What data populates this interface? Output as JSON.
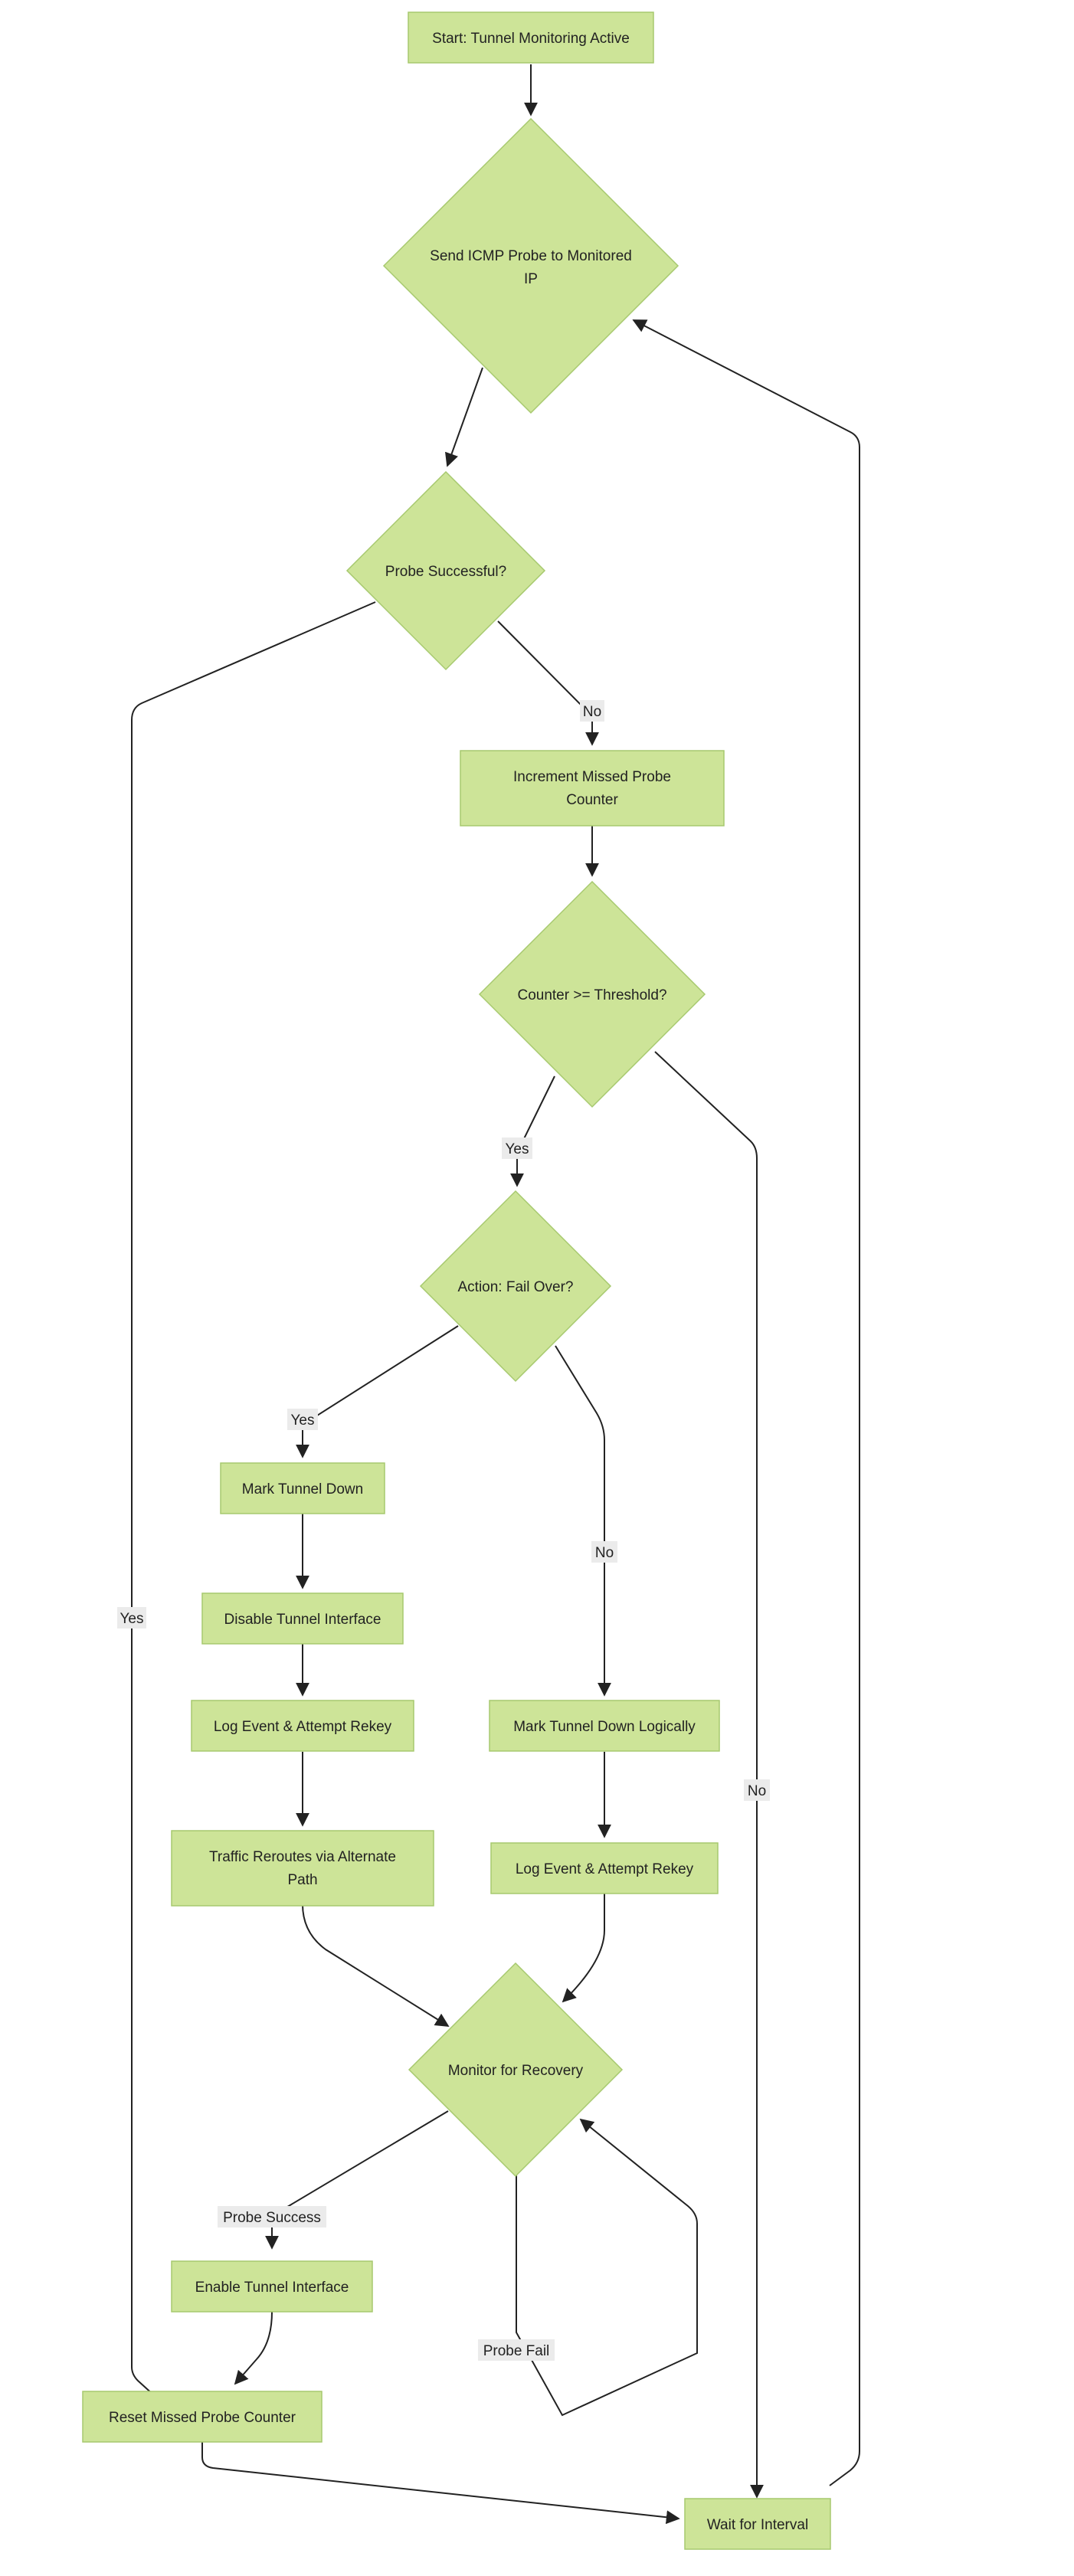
{
  "nodes": {
    "start": "Start: Tunnel Monitoring Active",
    "send_probe": [
      "Send ICMP Probe to Monitored",
      "IP"
    ],
    "probe_successful": "Probe Successful?",
    "increment_counter": [
      "Increment Missed Probe",
      "Counter"
    ],
    "counter_threshold": "Counter >= Threshold?",
    "action_failover": "Action: Fail Over?",
    "mark_down": "Mark Tunnel Down",
    "disable_interface": "Disable Tunnel Interface",
    "log_rekey_left": "Log Event & Attempt Rekey",
    "traffic_reroutes": [
      "Traffic Reroutes via Alternate",
      "Path"
    ],
    "mark_down_logically": "Mark Tunnel Down Logically",
    "log_rekey_right": "Log Event & Attempt Rekey",
    "monitor_recovery": "Monitor for Recovery",
    "enable_interface": "Enable Tunnel Interface",
    "reset_counter": "Reset Missed Probe Counter",
    "wait_interval": "Wait for Interval"
  },
  "edge_labels": {
    "probe_yes": "Yes",
    "probe_no": "No",
    "threshold_yes": "Yes",
    "threshold_no": "No",
    "failover_yes": "Yes",
    "failover_no": "No",
    "probe_success": "Probe Success",
    "probe_fail": "Probe Fail"
  },
  "colors": {
    "node_fill": "#cde498",
    "node_stroke": "#a7c96f",
    "edge": "#222222",
    "label_bg": "#ebebeb"
  }
}
